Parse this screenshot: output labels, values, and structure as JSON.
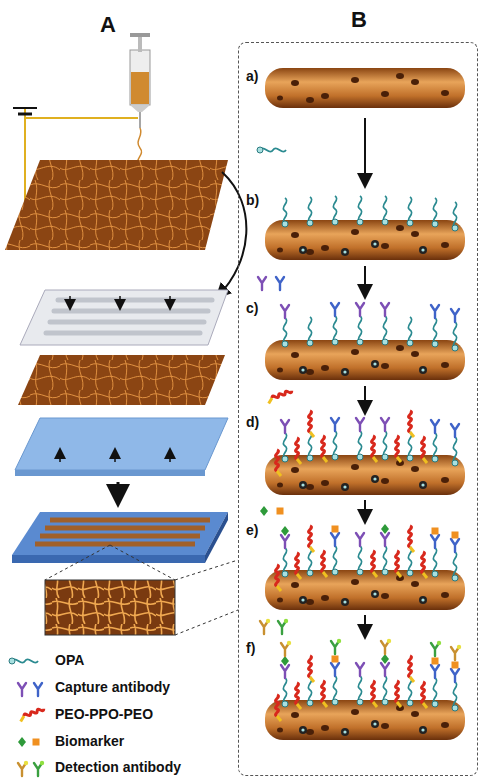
{
  "diagram": {
    "nodes": [
      {
        "text": [
          "B"
        ]
      }
    ],
    "labels": [
      "A",
      "a)",
      "b)",
      "c)",
      "d)",
      "e)",
      "f)"
    ],
    "legend": [
      {
        "text": "OPA"
      },
      {
        "text": "Capture antibody"
      },
      {
        "text": "PEO-PPO-PEO"
      },
      {
        "text": "Biomarker"
      },
      {
        "text": "Detection antibody"
      }
    ]
  }
}
